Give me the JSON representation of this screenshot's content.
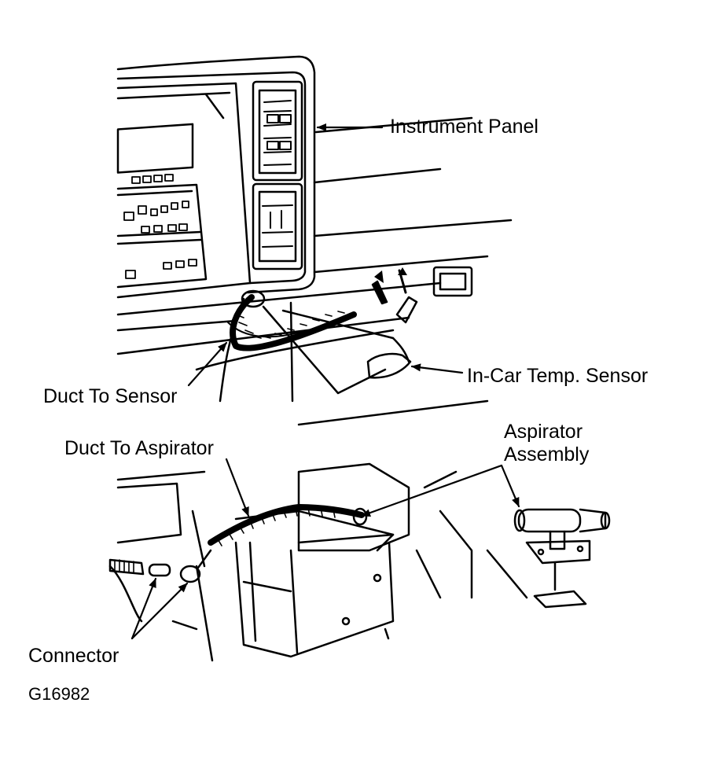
{
  "labels": {
    "instrument_panel": "Instrument Panel",
    "in_car_temp_sensor": "In-Car Temp. Sensor",
    "duct_to_sensor": "Duct To Sensor",
    "duct_to_aspirator": "Duct To Aspirator",
    "aspirator_assembly_line1": "Aspirator",
    "aspirator_assembly_line2": "Assembly",
    "connector": "Connector",
    "figure_id": "G16982"
  },
  "colors": {
    "ink": "#000000",
    "paper": "#ffffff"
  }
}
